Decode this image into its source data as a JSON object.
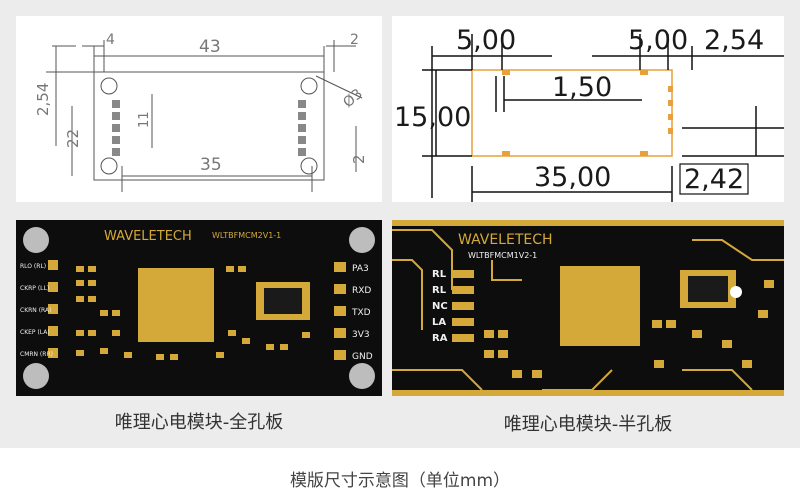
{
  "drawing_left": {
    "dims": {
      "width_top": "43",
      "left_offset": "4",
      "right_offset": "2",
      "height_a": "2,54",
      "height_b": "11",
      "height_c": "22",
      "width_bottom": "35",
      "right_vert": "2",
      "hole": "Ø3"
    }
  },
  "drawing_right": {
    "dims": {
      "top_left": "5,00",
      "top_mid": "5,00",
      "top_right": "2,54",
      "inner": "1,50",
      "left_height": "15,00",
      "bottom": "35,00",
      "bottom_right": "2,42"
    }
  },
  "pcb_left": {
    "brand": "WAVELETECH",
    "model": "WLTBFMCM2V1-1",
    "right_pins": [
      "PA3",
      "RXD",
      "TXD",
      "3V3",
      "GND"
    ],
    "left_pins": [
      "RLO (RL)",
      "CKRP (LL)",
      "CKRN (RA)",
      "CKEP (LA)",
      "CMRN (RR)"
    ],
    "caption": "唯理心电模块-全孔板"
  },
  "pcb_right": {
    "brand": "WAVELETECH",
    "model": "WLTBFMCM1V2-1",
    "pins": [
      "RL",
      "RL",
      "NC",
      "LA",
      "RA"
    ],
    "caption": "唯理心电模块-半孔板"
  },
  "footer": "模版尺寸示意图（单位mm）",
  "colors": {
    "pcb": "#0d0d0d",
    "gold": "#d4a93a",
    "silk": "#f0f0f0",
    "outline": "#e8a13a",
    "line": "#222222"
  }
}
